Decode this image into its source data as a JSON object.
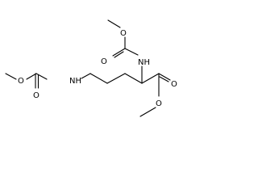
{
  "molecule": {
    "atoms": {
      "o_left_ester": "O",
      "o_left_carbonyl": "O",
      "nh_left": "NH",
      "o_top_ester": "O",
      "o_top_carbonyl": "O",
      "nh_alpha": "NH",
      "o_right_carbonyl": "O",
      "o_right_ester": "O"
    }
  }
}
